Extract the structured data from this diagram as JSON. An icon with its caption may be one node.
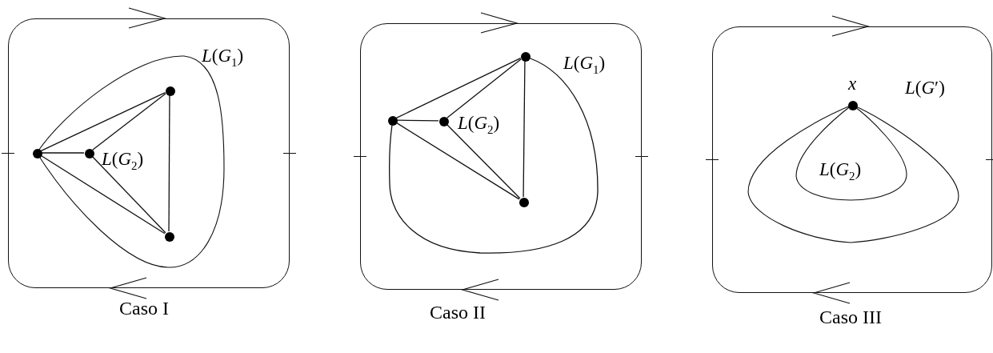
{
  "diagram": {
    "nodes": [
      {
        "text": [
          "Caso I"
        ]
      },
      {
        "text": [],
        "shape": "circle",
        "in": 0
      },
      {
        "text": [],
        "shape": "circle",
        "in": 0
      },
      {
        "text": [],
        "shape": "circle",
        "in": 0
      },
      {
        "text": [],
        "shape": "circle",
        "in": 0
      },
      {
        "text": [
          "Caso II"
        ]
      },
      {
        "text": [],
        "shape": "circle",
        "in": 5
      },
      {
        "text": [],
        "shape": "circle",
        "in": 5
      },
      {
        "text": [],
        "shape": "circle",
        "in": 5
      },
      {
        "text": [],
        "shape": "circle",
        "in": 5
      },
      {
        "text": [
          "Caso III"
        ]
      },
      {
        "text": [],
        "shape": "circle",
        "in": 10,
        "beside": [
          "x"
        ]
      }
    ],
    "edges": [
      {
        "from": 1,
        "to": 2,
        "arrow": "none"
      },
      {
        "from": 1,
        "to": 3,
        "arrow": "none"
      },
      {
        "from": 1,
        "to": 4,
        "arrow": "none"
      },
      {
        "from": 2,
        "to": 3,
        "arrow": "none"
      },
      {
        "from": 2,
        "to": 4,
        "arrow": "none"
      },
      {
        "from": 3,
        "to": 4,
        "arrow": "none"
      },
      {
        "from": 6,
        "to": 7,
        "arrow": "none"
      },
      {
        "from": 6,
        "to": 8,
        "arrow": "none"
      },
      {
        "from": 6,
        "to": 9,
        "arrow": "none"
      },
      {
        "from": 7,
        "to": 8,
        "arrow": "none"
      },
      {
        "from": 7,
        "to": 9,
        "arrow": "none"
      },
      {
        "from": 8,
        "to": 9,
        "arrow": "none"
      },
      {
        "from": 8,
        "to": 6,
        "arrow": "none"
      }
    ],
    "labels": [
      "*L*(*G*$_{1}$)",
      "*L*(*G*$_{2}$)",
      "*L*(*G*$_{1}$)",
      "*L*(*G*$_{2}$)",
      "*L*(*G*′)",
      "*L*(*G*$_{2}$)"
    ]
  }
}
